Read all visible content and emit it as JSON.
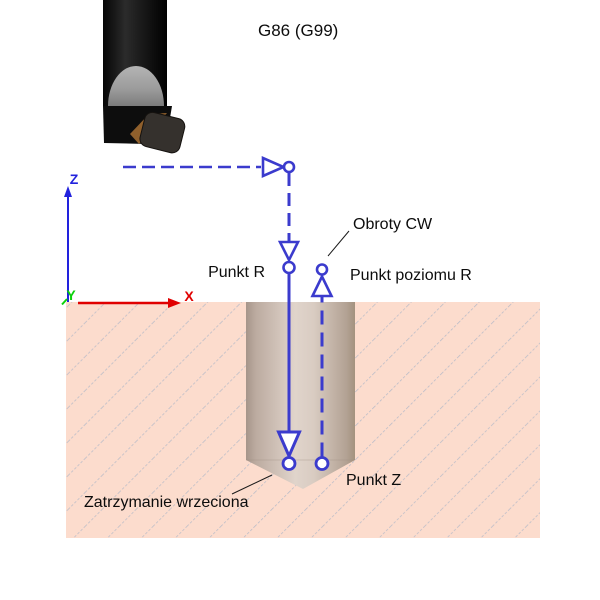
{
  "title": "G86 (G99)",
  "axes": {
    "x_label": "X",
    "y_label": "Y",
    "z_label": "Z"
  },
  "labels": {
    "spindle_rotation": "Obroty CW",
    "point_r": "Punkt R",
    "point_r_level": "Punkt poziomu R",
    "point_z": "Punkt Z",
    "spindle_stop": "Zatrzymanie wrzeciona"
  },
  "icons": {
    "rapid_move_arrow": "open-triangle-arrow-icon",
    "position_point": "open-circle-marker-icon",
    "boring_tool": "boring-bar-photo"
  },
  "colors": {
    "path_blue": "#3b3bcd",
    "axis_x_red": "#e00000",
    "axis_y_green": "#0bd10b",
    "axis_z_blue": "#2222dd",
    "workpiece_fill": "#fcdccd",
    "hatch_line": "#b9bcc8",
    "hole_light": "#e0d4cb",
    "hole_dark": "#a3927f",
    "leader_black": "#1a1a1a"
  }
}
